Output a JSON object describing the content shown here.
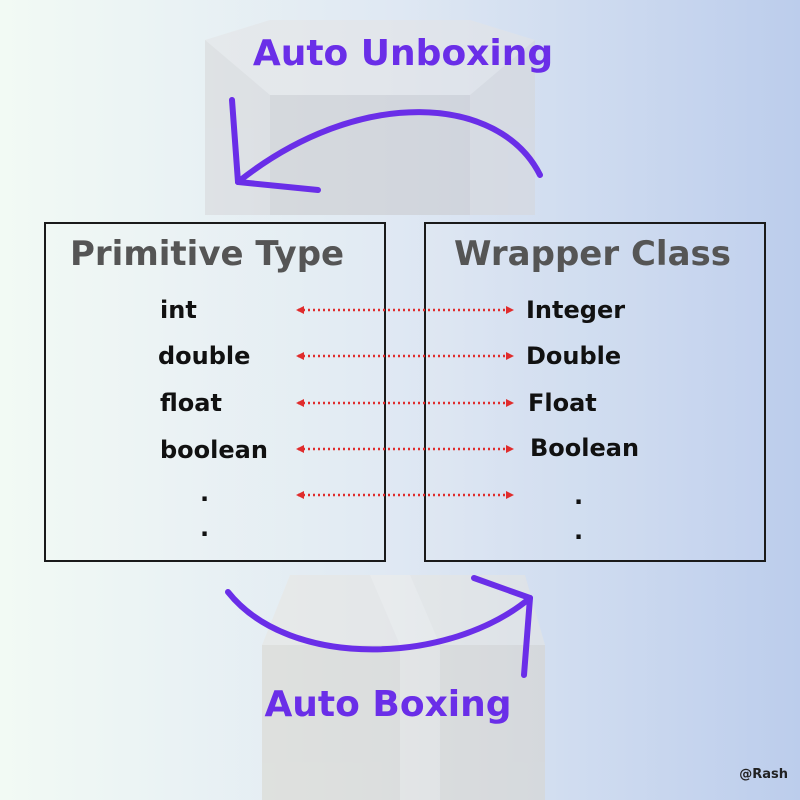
{
  "headings": {
    "top": "Auto Unboxing",
    "bottom": "Auto Boxing"
  },
  "left_box": {
    "title": "Primitive Type",
    "items": [
      "int",
      "double",
      "float",
      "boolean",
      ".",
      "."
    ]
  },
  "right_box": {
    "title": "Wrapper Class",
    "items": [
      "Integer",
      "Double",
      "Float",
      "Boolean",
      ".",
      "."
    ]
  },
  "signature": "@Rash",
  "colors": {
    "accent": "#6a2ee8",
    "connector": "#e02c2c",
    "box_border": "#1a1a1a",
    "title_text": "#555555"
  },
  "icons": {
    "background": "cardboard-box-icon",
    "curved_arrows": "curved-arrow-icon",
    "connectors": "double-headed-arrow-icon"
  }
}
